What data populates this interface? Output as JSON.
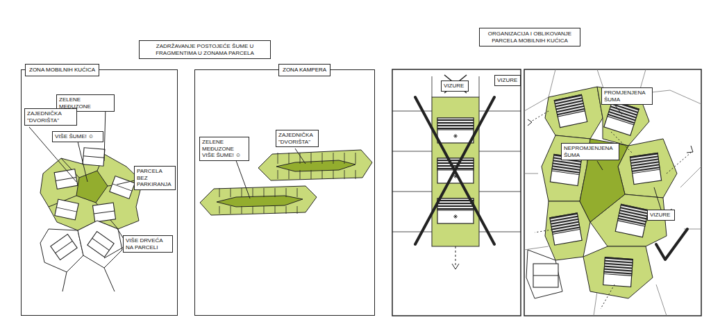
{
  "diagram": {
    "nodes": [
      {
        "text": [
          "ZADRŽAVANJE POSTOJEĆE ŠUME U FRAGMENTIMA U ZONAMA PARCELA"
        ]
      },
      {
        "text": [
          "ORGANIZACIJA I OBLIKOVANJE PARCELA MOBILNIH KUĆICA"
        ]
      },
      {
        "text": [
          "ZONA MOBILNIH KUĆICA"
        ]
      },
      {
        "text": [
          "ZELENE MEĐUZONE"
        ],
        "in": 2
      },
      {
        "text": [
          "ZAJEDNIČKA \"DVORIŠTA\""
        ],
        "in": 2
      },
      {
        "text": [
          "VIŠE ŠUME! ☺"
        ],
        "in": 2
      },
      {
        "text": [
          "PARCELA BEZ PARKIRANJA"
        ],
        "in": 2
      },
      {
        "text": [
          "VIŠE DRVEĆA NA PARCELI"
        ],
        "in": 2
      },
      {
        "text": [
          "ZONA KAMPERA"
        ]
      },
      {
        "text": [
          "ZELENE MEĐUZONE VIŠE ŠUME! ☺"
        ],
        "in": 8
      },
      {
        "text": [
          "ZAJEDNIČKA \"DVORIŠTA\""
        ],
        "in": 8
      },
      {
        "text": [
          "VIZURE"
        ]
      },
      {
        "text": [
          "VIZURE"
        ]
      },
      {
        "text": [
          "PROMJENJENA ŠUMA"
        ]
      },
      {
        "text": [
          "NEPROMJENJENA ŠUMA"
        ]
      },
      {
        "text": [
          "VIZURE"
        ]
      }
    ]
  }
}
